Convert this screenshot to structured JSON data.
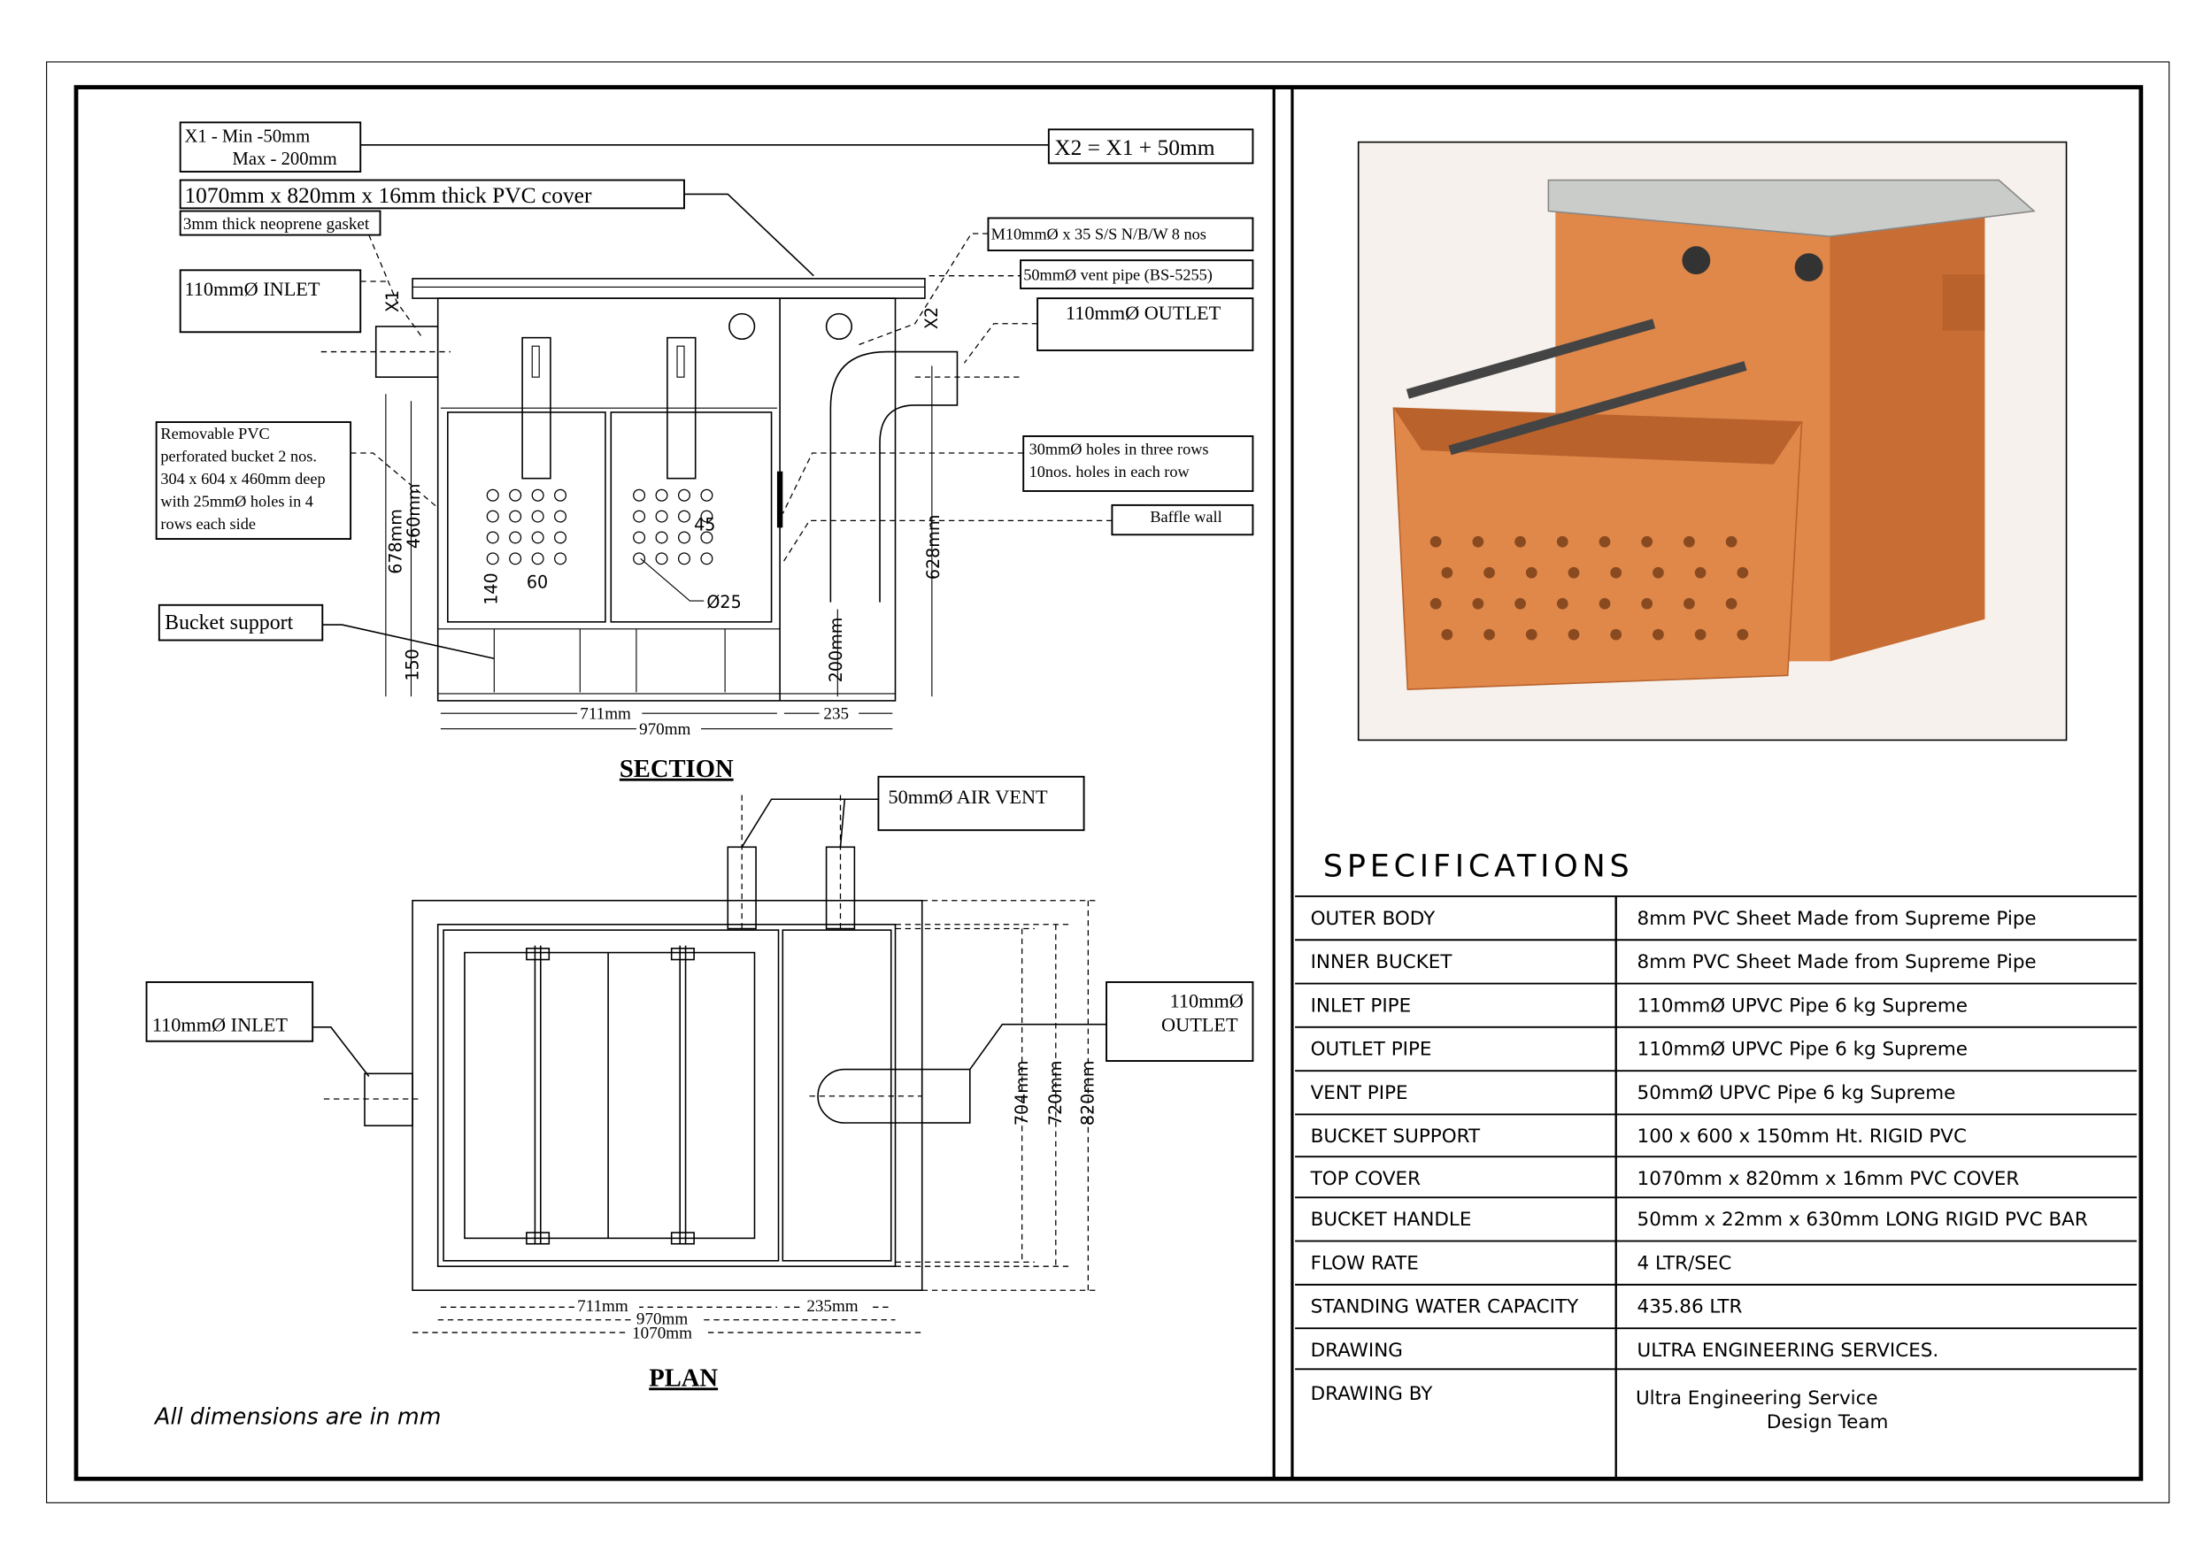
{
  "section": {
    "title": "SECTION",
    "x1_label_line1": "X1 - Min -50mm",
    "x1_label_line2": "Max - 200mm",
    "x2_label": "X2  =  X1 + 50mm",
    "cover_label": "1070mm x 820mm x 16mm thick PVC cover",
    "gasket_label": "3mm thick neoprene gasket",
    "inlet_label": "110mmØ INLET",
    "bolts_label": "M10mmØ x 35 S/S N/B/W  8 nos",
    "vent_label": "50mmØ vent pipe (BS-5255)",
    "outlet_label": "110mmØ OUTLET",
    "bucket_label": [
      "Removable PVC",
      "perforated bucket 2 nos.",
      "304 x 604 x 460mm deep",
      "with 25mmØ holes in 4",
      "rows each side"
    ],
    "holes_label": [
      "30mmØ holes in three rows",
      "10nos. holes in each row"
    ],
    "baffle_label": "Baffle wall",
    "support_label": "Bucket support",
    "dims": {
      "d678": "678mm",
      "d460": "460mm",
      "d150": "150",
      "d140": "140",
      "d60": "60",
      "d45": "45",
      "d25": "Ø25",
      "d200": "200mm",
      "d628": "628mm",
      "x1": "X1",
      "x2": "X2",
      "d711": "711mm",
      "d235": "235",
      "d970": "970mm"
    }
  },
  "plan": {
    "title": "PLAN",
    "air_vent_label": "50mmØ AIR VENT",
    "inlet_label": "110mmØ INLET",
    "outlet_label_line1": "110mmØ",
    "outlet_label_line2": "OUTLET",
    "dims": {
      "d704": "704mm",
      "d720": "720mm",
      "d820": "820mm",
      "d711": "711mm",
      "d235": "235mm",
      "d970": "970mm",
      "d1070": "1070mm"
    }
  },
  "note": "All dimensions are in mm",
  "specifications": {
    "title": "SPECIFICATIONS",
    "rows": [
      {
        "label": "OUTER BODY",
        "value": "8mm  PVC Sheet Made from Supreme Pipe"
      },
      {
        "label": "INNER BUCKET",
        "value": "8mm  PVC Sheet Made from Supreme Pipe"
      },
      {
        "label": "INLET PIPE",
        "value": "110mmØ UPVC Pipe 6 kg Supreme"
      },
      {
        "label": "OUTLET PIPE",
        "value": "110mmØ UPVC Pipe 6 kg Supreme"
      },
      {
        "label": "VENT PIPE",
        "value": "50mmØ UPVC Pipe 6 kg Supreme"
      },
      {
        "label": "BUCKET SUPPORT",
        "value": "100 x 600 x 150mm Ht. RIGID PVC"
      },
      {
        "label": "TOP COVER",
        "value": "1070mm x 820mm x 16mm PVC COVER"
      },
      {
        "label": "BUCKET HANDLE",
        "value": "50mm x 22mm x 630mm LONG RIGID PVC BAR"
      },
      {
        "label": "FLOW RATE",
        "value": "4 LTR/SEC"
      },
      {
        "label": "STANDING WATER CAPACITY",
        "value": "435.86 LTR"
      },
      {
        "label": "DRAWING",
        "value": "ULTRA ENGINEERING SERVICES."
      }
    ],
    "drawing_by_label": "DRAWING BY",
    "drawing_by_line1": "Ultra Engineering Service",
    "drawing_by_line2": "Design Team"
  },
  "colors": {
    "body": "#e0874a",
    "body_dark": "#b9622c",
    "cover": "#c9ccc8"
  }
}
